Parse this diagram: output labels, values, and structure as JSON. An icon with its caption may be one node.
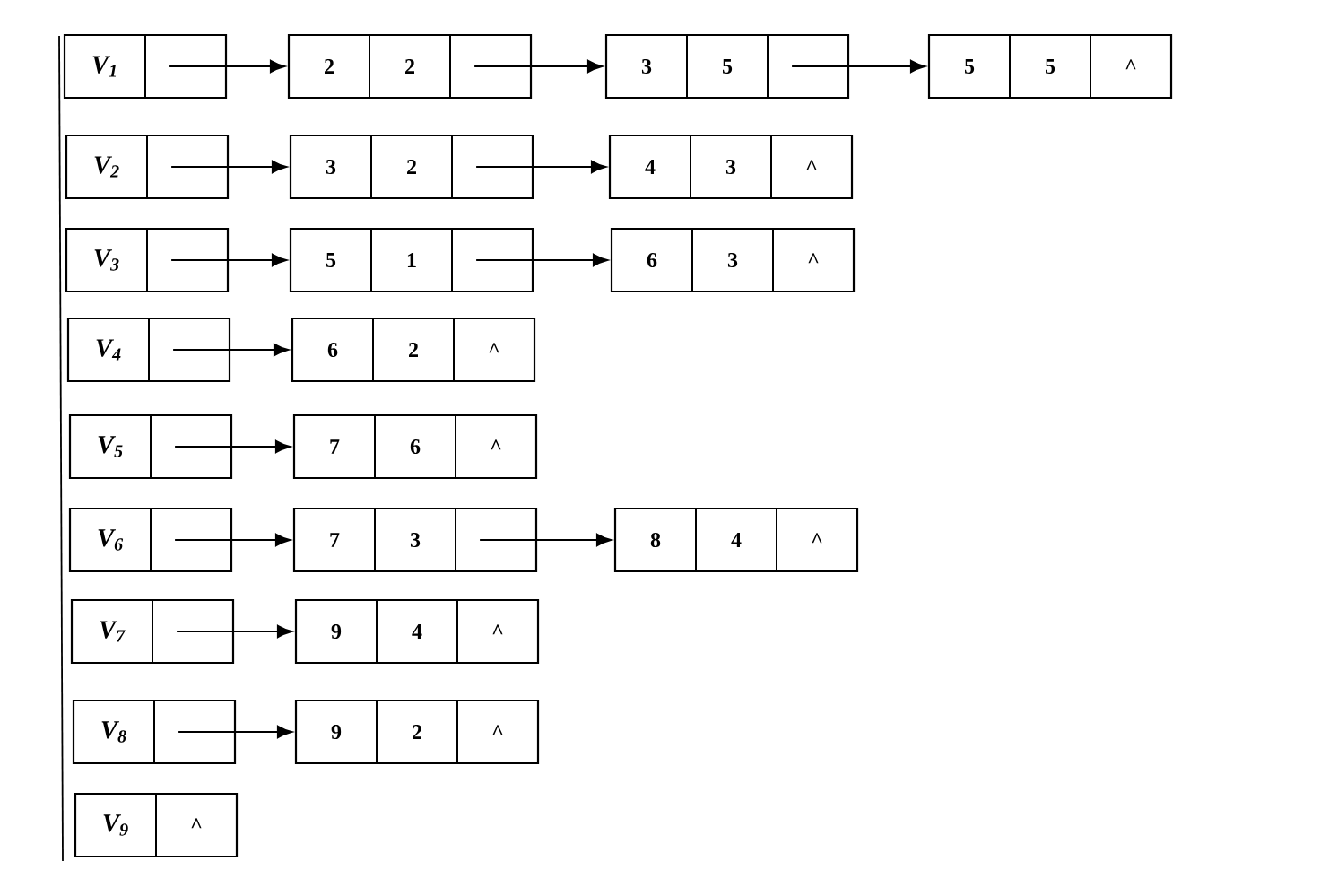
{
  "diagram": {
    "nodes": [
      {
        "text": [
          "V$_{1}$"
        ]
      },
      {
        "text": [
          "2",
          "2"
        ]
      },
      {
        "text": [
          "3",
          "5"
        ]
      },
      {
        "text": [
          "5",
          "5",
          "^"
        ]
      },
      {
        "text": [
          "V$_{2}$"
        ]
      },
      {
        "text": [
          "3",
          "2"
        ]
      },
      {
        "text": [
          "4",
          "3",
          "^"
        ]
      },
      {
        "text": [
          "V$_{3}$"
        ]
      },
      {
        "text": [
          "5",
          "1"
        ]
      },
      {
        "text": [
          "6",
          "3",
          "^"
        ]
      },
      {
        "text": [
          "V$_{4}$"
        ]
      },
      {
        "text": [
          "6",
          "2",
          "^"
        ]
      },
      {
        "text": [
          "V$_{5}$"
        ]
      },
      {
        "text": [
          "7",
          "6",
          "^"
        ]
      },
      {
        "text": [
          "V$_{6}$"
        ]
      },
      {
        "text": [
          "7",
          "3"
        ]
      },
      {
        "text": [
          "8",
          "4",
          "^"
        ]
      },
      {
        "text": [
          "V$_{7}$"
        ]
      },
      {
        "text": [
          "9",
          "4",
          "^"
        ]
      },
      {
        "text": [
          "V$_{8}$"
        ]
      },
      {
        "text": [
          "9",
          "2",
          "^"
        ]
      },
      {
        "text": [
          "V$_{9}$",
          "^"
        ]
      }
    ],
    "edges": [
      {
        "from": 0,
        "to": 1,
        "arrow": "to"
      },
      {
        "from": 1,
        "to": 2,
        "arrow": "to"
      },
      {
        "from": 2,
        "to": 3,
        "arrow": "to"
      },
      {
        "from": 4,
        "to": 5,
        "arrow": "to"
      },
      {
        "from": 5,
        "to": 6,
        "arrow": "to"
      },
      {
        "from": 7,
        "to": 8,
        "arrow": "to"
      },
      {
        "from": 8,
        "to": 9,
        "arrow": "to"
      },
      {
        "from": 10,
        "to": 11,
        "arrow": "to"
      },
      {
        "from": 12,
        "to": 13,
        "arrow": "to"
      },
      {
        "from": 14,
        "to": 15,
        "arrow": "to"
      },
      {
        "from": 15,
        "to": 16,
        "arrow": "to"
      },
      {
        "from": 17,
        "to": 18,
        "arrow": "to"
      },
      {
        "from": 19,
        "to": 20,
        "arrow": "to"
      }
    ]
  }
}
